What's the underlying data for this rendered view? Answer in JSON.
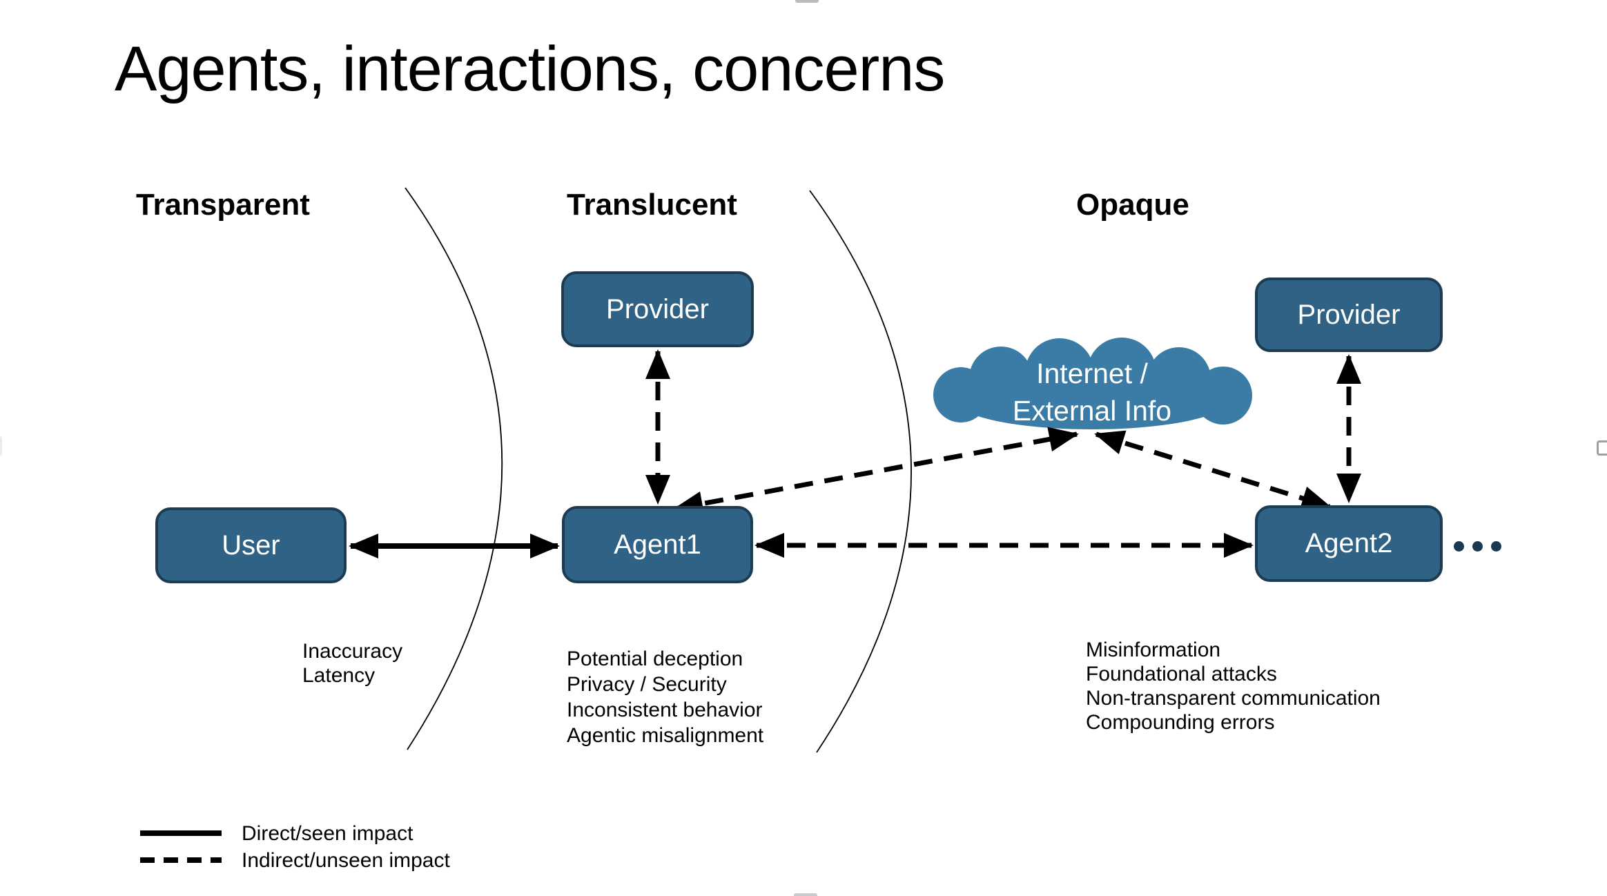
{
  "slide": {
    "title": "Agents, interactions, concerns"
  },
  "zones": [
    {
      "label": "Transparent",
      "concerns": [
        "Inaccuracy",
        "Latency"
      ]
    },
    {
      "label": "Translucent",
      "concerns": [
        "Potential deception",
        "Privacy / Security",
        "Inconsistent behavior",
        "Agentic misalignment"
      ]
    },
    {
      "label": "Opaque",
      "concerns": [
        "Misinformation",
        "Foundational attacks",
        "Non-transparent communication",
        "Compounding errors"
      ]
    }
  ],
  "nodes": {
    "user": {
      "label": "User"
    },
    "agent1": {
      "label": "Agent1"
    },
    "agent2": {
      "label": "Agent2"
    },
    "provider_translucent": {
      "label": "Provider"
    },
    "provider_opaque": {
      "label": "Provider"
    },
    "cloud": {
      "label_line1": "Internet /",
      "label_line2": "External Info"
    }
  },
  "edges": [
    {
      "from": "user",
      "to": "agent1",
      "style": "solid",
      "bidirectional": true
    },
    {
      "from": "agent1",
      "to": "provider_translucent",
      "style": "dashed",
      "bidirectional": true
    },
    {
      "from": "agent1",
      "to": "cloud",
      "style": "dashed",
      "bidirectional": true
    },
    {
      "from": "agent1",
      "to": "agent2",
      "style": "dashed",
      "bidirectional": true
    },
    {
      "from": "agent2",
      "to": "cloud",
      "style": "dashed",
      "bidirectional": true
    },
    {
      "from": "agent2",
      "to": "provider_opaque",
      "style": "dashed",
      "bidirectional": true
    }
  ],
  "legend": [
    {
      "style": "solid",
      "label": "Direct/seen impact"
    },
    {
      "style": "dashed",
      "label": "Indirect/unseen impact"
    }
  ],
  "colors": {
    "node_fill": "#2F6284",
    "node_border": "#1C3C54",
    "cloud_fill": "#3A7CA6",
    "line": "#000000",
    "ellipsis_dot": "#1B3A52",
    "text_on_node": "#FFFFFF",
    "text": "#000000",
    "background": "#FFFFFF"
  }
}
